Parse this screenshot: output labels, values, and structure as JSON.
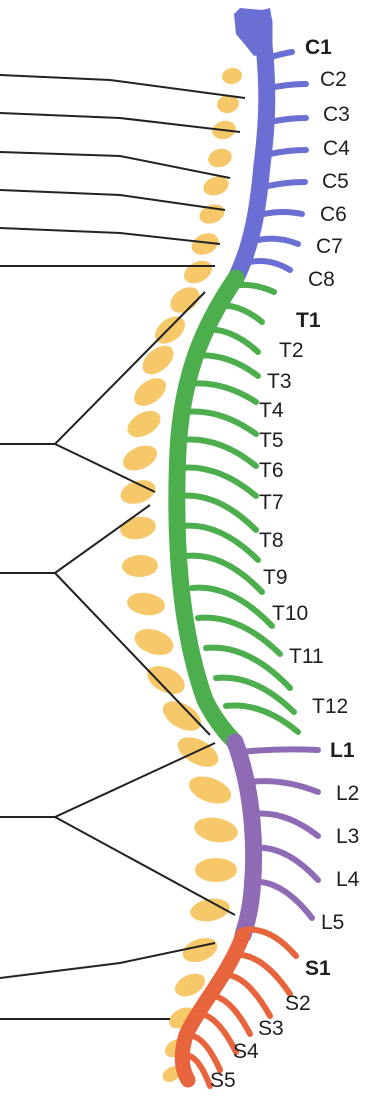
{
  "colors": {
    "cervical": "#6B6FD4",
    "thoracic": "#4CAE4C",
    "lumbar": "#8F6BB5",
    "sacral": "#E8643C",
    "vertebra": "#F6C86A",
    "leader_line": "#222222"
  },
  "nerves": {
    "cervical": [
      {
        "label": "C1",
        "bold": true
      },
      {
        "label": "C2",
        "bold": false
      },
      {
        "label": "C3",
        "bold": false
      },
      {
        "label": "C4",
        "bold": false
      },
      {
        "label": "C5",
        "bold": false
      },
      {
        "label": "C6",
        "bold": false
      },
      {
        "label": "C7",
        "bold": false
      },
      {
        "label": "C8",
        "bold": false
      }
    ],
    "thoracic": [
      {
        "label": "T1",
        "bold": true
      },
      {
        "label": "T2",
        "bold": false
      },
      {
        "label": "T3",
        "bold": false
      },
      {
        "label": "T4",
        "bold": false
      },
      {
        "label": "T5",
        "bold": false
      },
      {
        "label": "T6",
        "bold": false
      },
      {
        "label": "T7",
        "bold": false
      },
      {
        "label": "T8",
        "bold": false
      },
      {
        "label": "T9",
        "bold": false
      },
      {
        "label": "T10",
        "bold": false
      },
      {
        "label": "T11",
        "bold": false
      },
      {
        "label": "T12",
        "bold": false
      }
    ],
    "lumbar": [
      {
        "label": "L1",
        "bold": true
      },
      {
        "label": "L2",
        "bold": false
      },
      {
        "label": "L3",
        "bold": false
      },
      {
        "label": "L4",
        "bold": false
      },
      {
        "label": "L5",
        "bold": false
      }
    ],
    "sacral": [
      {
        "label": "S1",
        "bold": true
      },
      {
        "label": "S2",
        "bold": false
      },
      {
        "label": "S3",
        "bold": false
      },
      {
        "label": "S4",
        "bold": false
      },
      {
        "label": "S5",
        "bold": false
      }
    ]
  }
}
